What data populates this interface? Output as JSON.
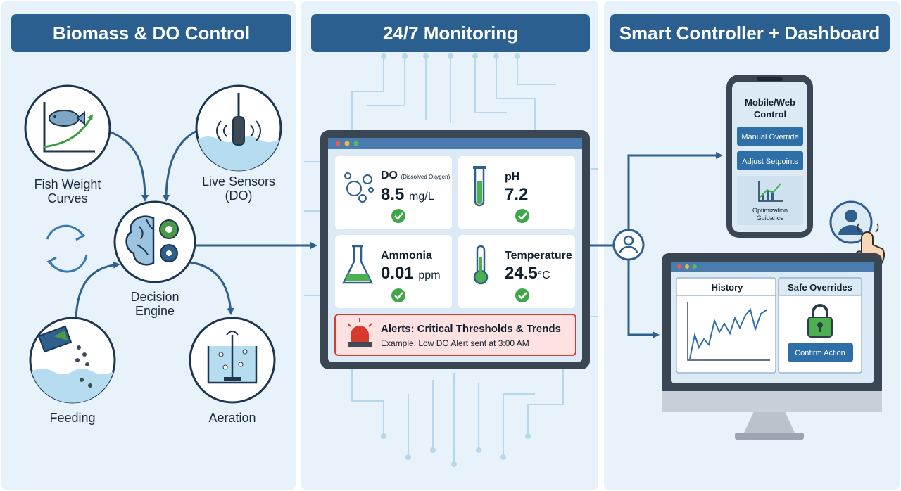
{
  "panels": {
    "left": {
      "title": "Biomass & DO Control"
    },
    "middle": {
      "title": "24/7 Monitoring"
    },
    "right": {
      "title": "Smart Controller + Dashboard"
    }
  },
  "left_labels": {
    "fish_weight": [
      "Fish Weight",
      "Curves"
    ],
    "live_sensors": [
      "Live Sensors",
      "(DO)"
    ],
    "decision_engine": [
      "Decision",
      "Engine"
    ],
    "feeding": "Feeding",
    "aeration": "Aeration"
  },
  "monitor": {
    "do_label": "DO",
    "do_sub": "(Dissolved Oxygen)",
    "do_value": "8.5",
    "do_unit": "mg/L",
    "ph_label": "pH",
    "ph_value": "7.2",
    "ammonia_label": "Ammonia",
    "ammonia_value": "0.01",
    "ammonia_unit": "ppm",
    "temp_label": "Temperature",
    "temp_value": "24.5",
    "temp_unit": "°C",
    "alert_title": "Alerts: Critical Thresholds & Trends",
    "alert_example": "Example: Low DO Alert sent at 3:00 AM"
  },
  "phone": {
    "title": [
      "Mobile/Web",
      "Control"
    ],
    "manual_override": "Manual Override",
    "adjust_setpoints": "Adjust Setpoints",
    "optimization": [
      "Optimization",
      "Guidance"
    ]
  },
  "dashboard": {
    "tab_history": "History",
    "tab_safe_overrides": "Safe Overrides",
    "confirm_action": "Confirm Action"
  },
  "colors": {
    "title_bar": "#2a5f8f",
    "panel_bg": "#e6f2fa",
    "accent_green": "#4caf50",
    "alert_red": "#d93a30",
    "button_blue": "#2f6fa8"
  }
}
